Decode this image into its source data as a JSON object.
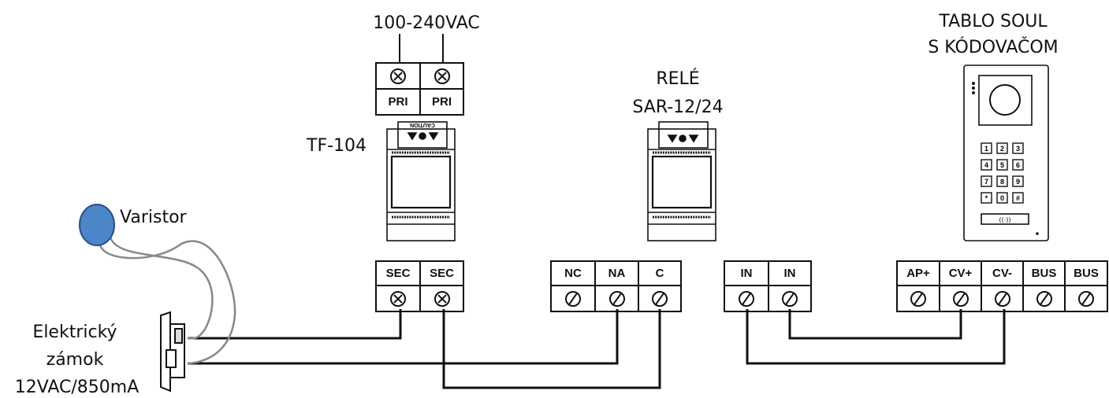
{
  "labels": {
    "supply": "100-240VAC",
    "transformer": "TF-104",
    "relay_line1": "RELÉ",
    "relay_line2": "SAR-12/24",
    "panel_line1": "TABLO SOUL",
    "panel_line2": "S KÓDOVAČOM",
    "varistor": "Varistor",
    "lock_line1": "Elektrický",
    "lock_line2": "zámok",
    "lock_line3": "12VAC/850mA"
  },
  "transformer_caution": "CAUTION",
  "blocks": {
    "pri": [
      "PRI",
      "PRI"
    ],
    "sec": [
      "SEC",
      "SEC"
    ],
    "relay_out": [
      "NC",
      "NA",
      "C"
    ],
    "relay_in": [
      "IN",
      "IN"
    ],
    "panel": [
      "AP+",
      "CV+",
      "CV-",
      "BUS",
      "BUS"
    ]
  },
  "keypad": [
    "1",
    "2",
    "3",
    "4",
    "5",
    "6",
    "7",
    "8",
    "9",
    "*",
    "0",
    "#"
  ],
  "colors": {
    "line": "#111111",
    "wire": "#888888",
    "varistor": "#4a86c8"
  }
}
